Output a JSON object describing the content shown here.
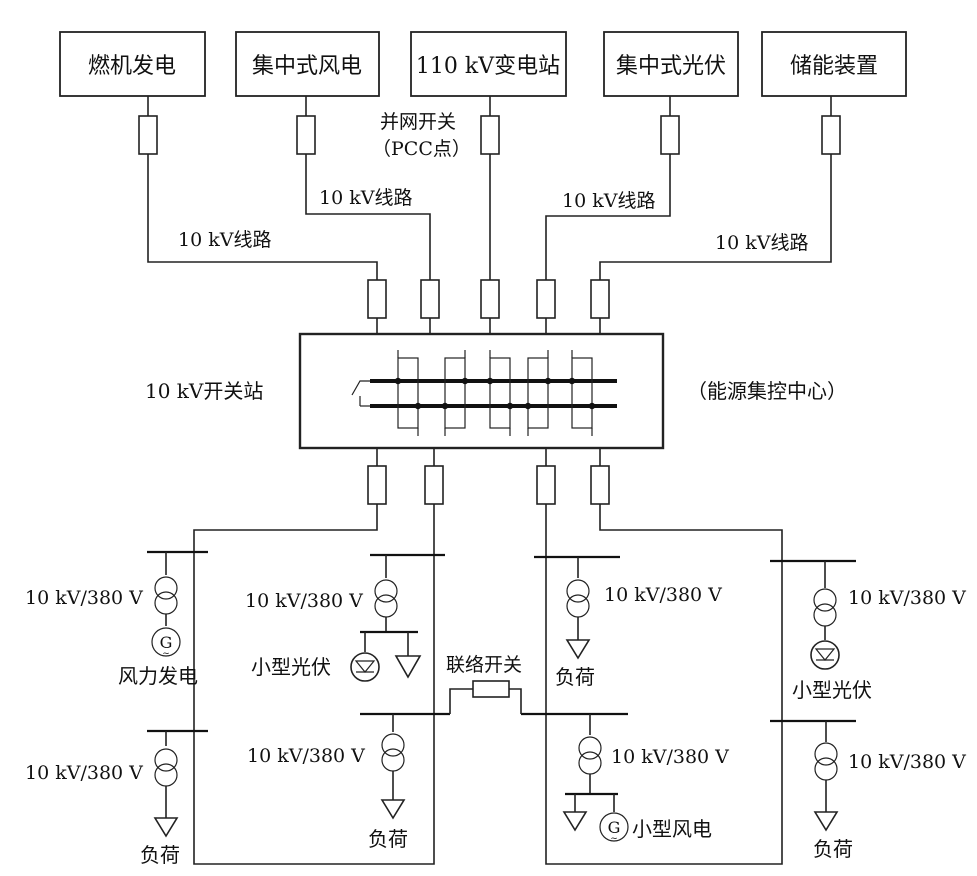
{
  "sources": {
    "gas": "燃机发电",
    "wind": "集中式风电",
    "substation": "110 kV变电站",
    "pv": "集中式光伏",
    "storage": "储能装置"
  },
  "pcc": {
    "line1": "并网开关",
    "line2": "（PCC点）"
  },
  "line_labels": {
    "gas": "10 kV线路",
    "wind": "10 kV线路",
    "pv": "10 kV线路",
    "storage": "10 kV线路"
  },
  "station": {
    "left_label": "10 kV开关站",
    "right_label": "（能源集控中心）"
  },
  "transformer_labels": {
    "t1": "10 kV/380 V",
    "t2": "10 kV/380 V",
    "t3": "10 kV/380 V",
    "t4": "10 kV/380 V",
    "t5": "10 kV/380 V",
    "t6": "10 kV/380 V",
    "t7": "10 kV/380 V",
    "t8": "10 kV/380 V"
  },
  "devices": {
    "wind_gen": "风力发电",
    "small_pv_left": "小型光伏",
    "small_pv_right": "小型光伏",
    "small_wind": "小型风电",
    "tie_switch": "联络开关",
    "load_a": "负荷",
    "load_b": "负荷",
    "load_c": "负荷",
    "load_d": "负荷"
  },
  "icons": {
    "generator": "generator-icon",
    "pv_inverter": "pv-icon",
    "load": "load-triangle-icon",
    "transformer": "transformer-icon",
    "breaker": "breaker-icon"
  }
}
